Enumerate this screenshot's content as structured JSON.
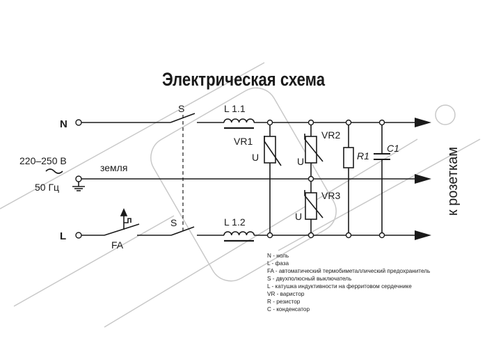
{
  "title": "Электрическая схема",
  "terminals": {
    "n": "N",
    "l": "L"
  },
  "supply": {
    "voltage": "220–250 В",
    "frequency": "50 Гц",
    "ground": "земля"
  },
  "components": {
    "switch_top": "S",
    "switch_bottom": "S",
    "fuse": "FA",
    "inductor_top": "L 1.1",
    "inductor_bottom": "L 1.2",
    "vr1": "VR1",
    "vr2": "VR2",
    "vr3": "VR3",
    "u": "U",
    "r1": "R1",
    "c1": "C1"
  },
  "output_label": "к розеткам",
  "legend": [
    "N - ноль",
    "L - фаза",
    "FA - автоматический термобиметаллический предохранитель",
    "S - двухполюсный выключатель",
    "L - катушка индуктивности на ферритовом сердечнике",
    "VR - варистор",
    "R - резистор",
    "C - конденсатор"
  ]
}
